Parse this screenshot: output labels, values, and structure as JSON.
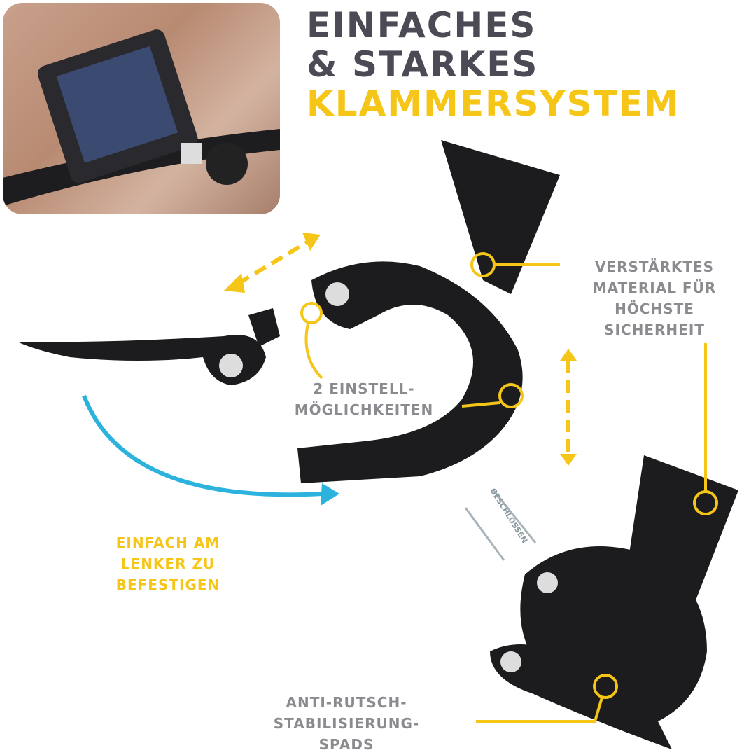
{
  "title": {
    "line1": "EINFACHES",
    "line2": "& STARKES",
    "line3": "KLAMMERSYSTEM"
  },
  "labels": {
    "material": [
      "VERSTÄRKTES",
      "MATERIAL FÜR",
      "HÖCHSTE",
      "SICHERHEIT"
    ],
    "adjust": [
      "2 EINSTELL-",
      "MÖGLICHKEITEN"
    ],
    "mount": [
      "EINFACH AM",
      "LENKER ZU",
      "BEFESTIGEN"
    ],
    "pads": [
      "ANTI-RUTSCH-",
      "STABILISIERUNG-",
      "SPADS"
    ],
    "closed": "GESCHLOSSEN"
  },
  "colors": {
    "accent": "#f5c518",
    "title": "#4c4a55",
    "label": "#8a8a8f",
    "arrow": "#2bb3dd",
    "clamp": "#1c1c1e"
  }
}
